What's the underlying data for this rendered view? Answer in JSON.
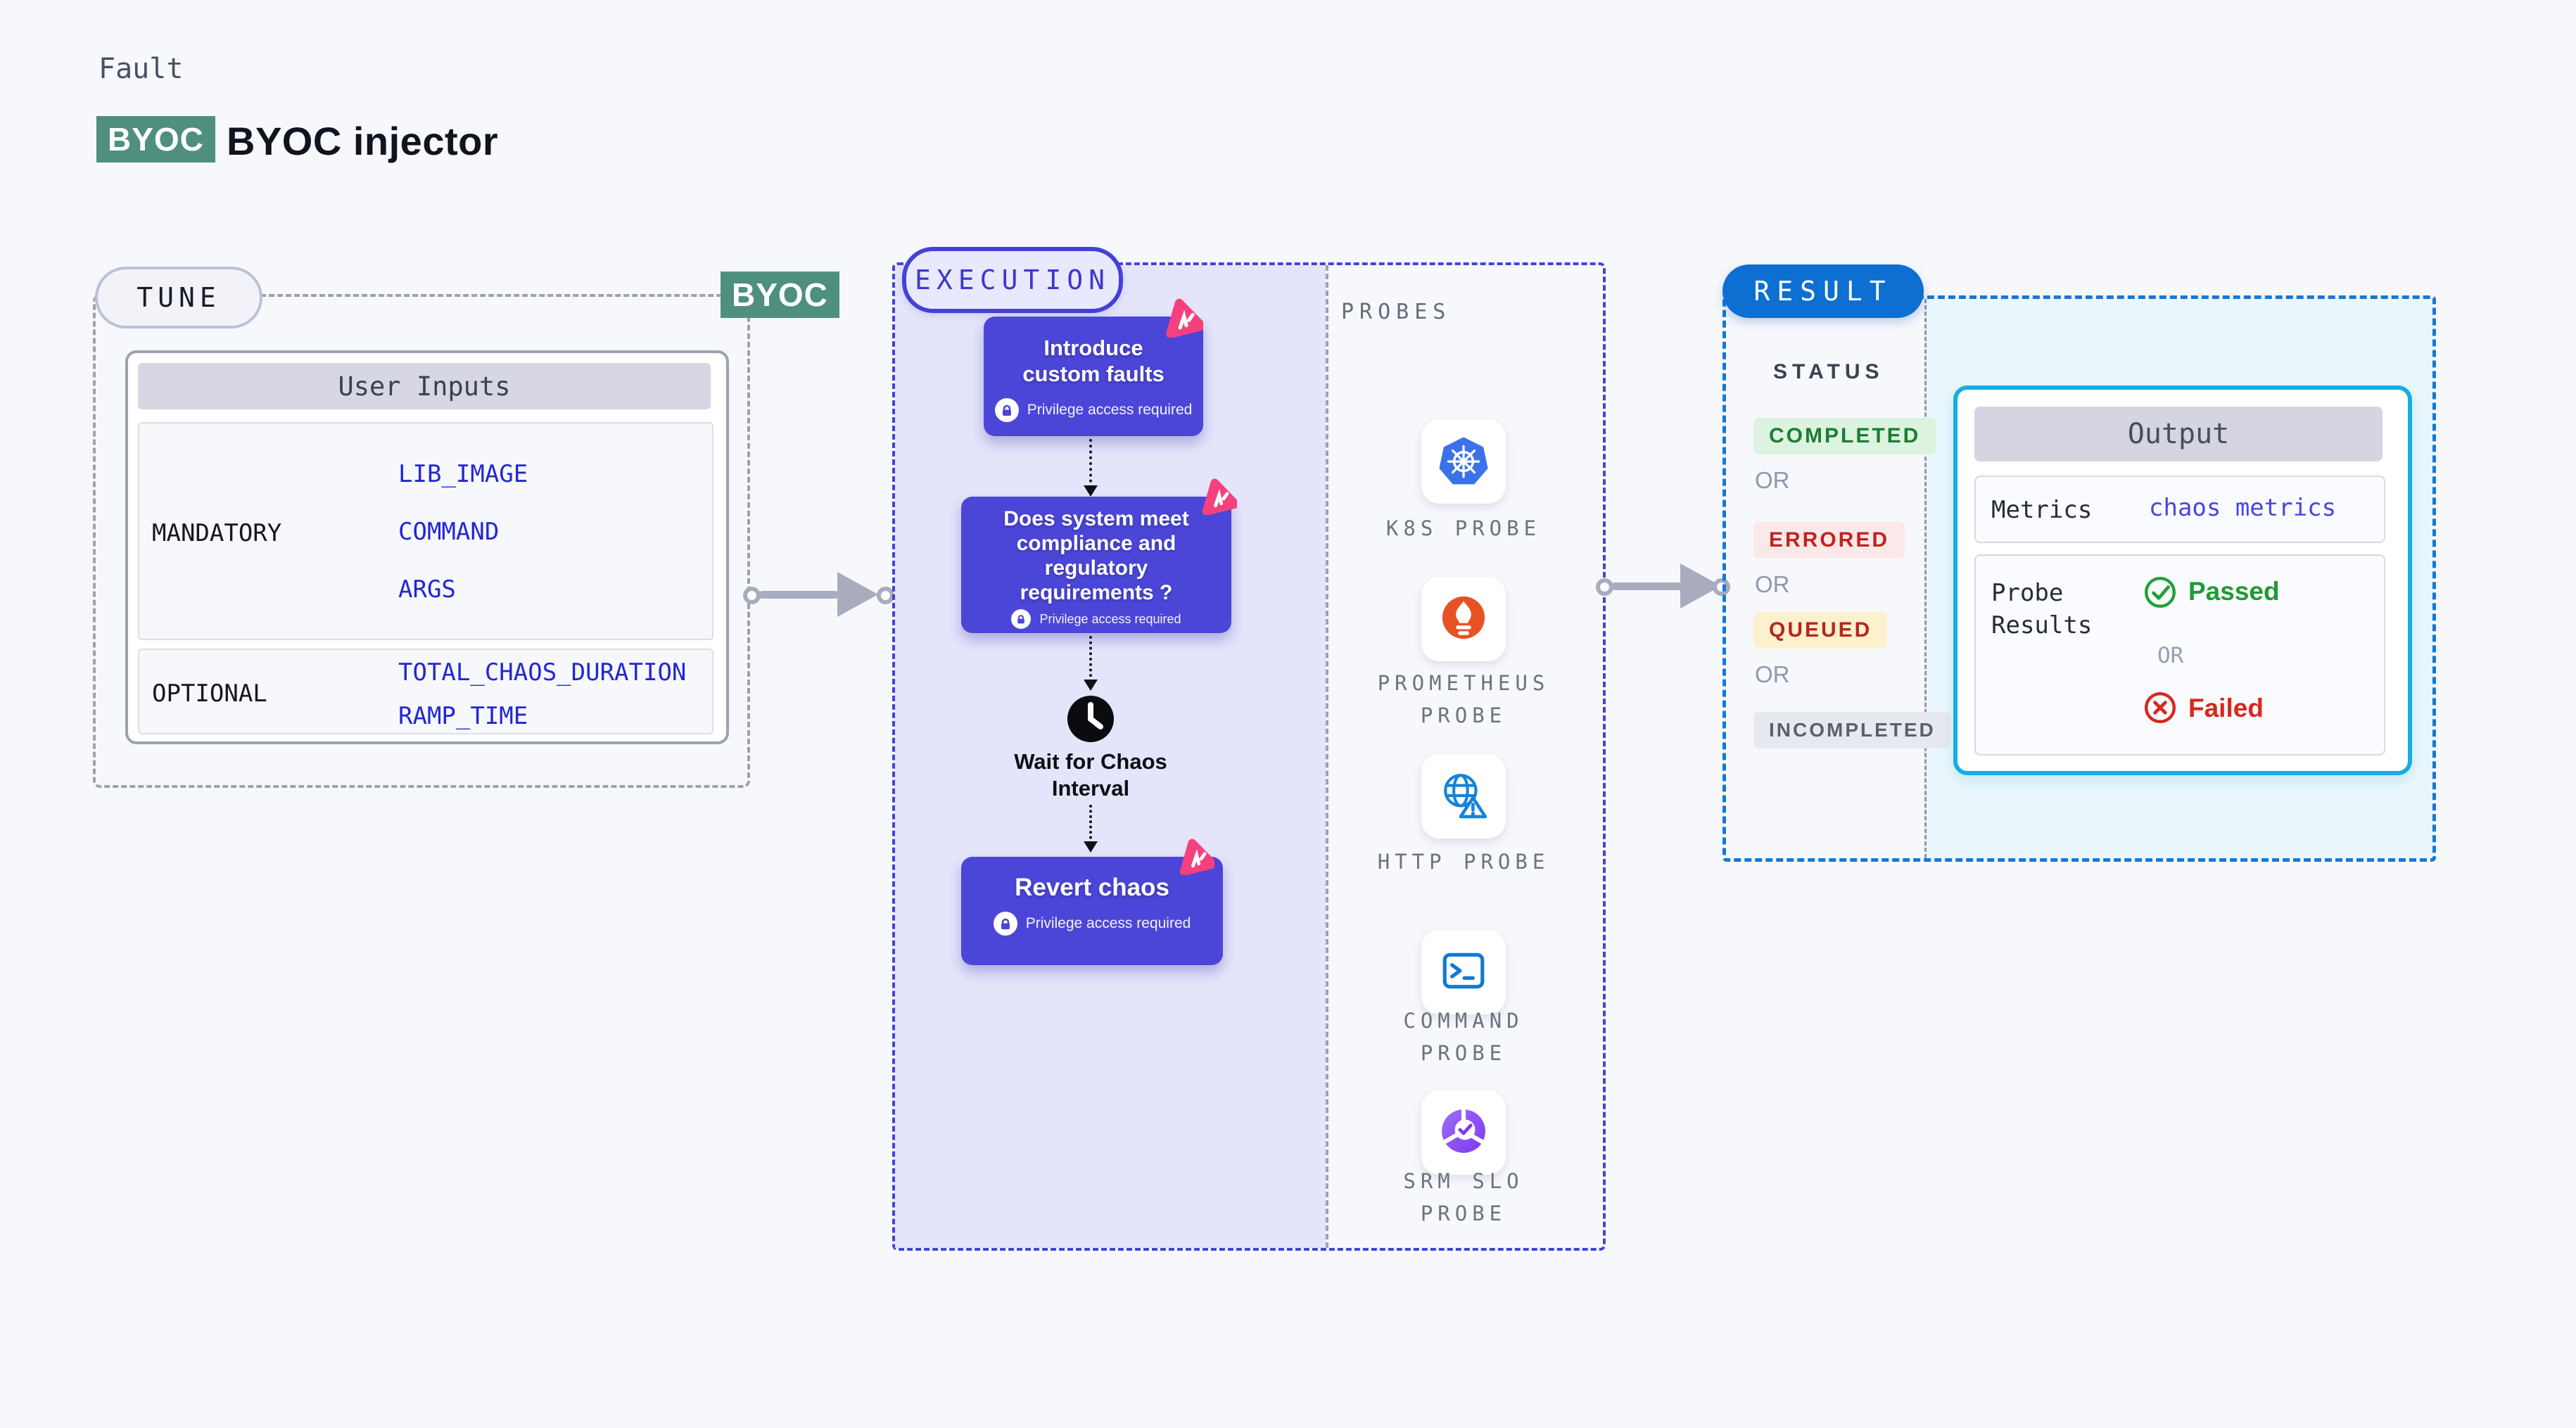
{
  "header": {
    "eyebrow": "Fault",
    "byoc_badge": "BYOC",
    "title": "BYOC injector"
  },
  "tune": {
    "pill": "TUNE",
    "byoc_tag": "BYOC",
    "user_inputs": {
      "title": "User Inputs",
      "mandatory_label": "MANDATORY",
      "mandatory_values": [
        "LIB_IMAGE",
        "COMMAND",
        "ARGS"
      ],
      "optional_label": "OPTIONAL",
      "optional_values": [
        "TOTAL_CHAOS_DURATION",
        "RAMP_TIME"
      ]
    }
  },
  "execution": {
    "pill": "EXECUTION",
    "privilege_label": "Privilege access required",
    "step1": "Introduce custom faults",
    "step2": "Does system meet compliance and regulatory requirements ?",
    "wait_label": "Wait for Chaos\nInterval",
    "step3": "Revert chaos"
  },
  "probes": {
    "title": "PROBES",
    "items": [
      {
        "label": "K8S PROBE",
        "icon": "kubernetes-icon"
      },
      {
        "label": "PROMETHEUS\nPROBE",
        "icon": "prometheus-icon"
      },
      {
        "label": "HTTP PROBE",
        "icon": "globe-warning-icon"
      },
      {
        "label": "COMMAND\nPROBE",
        "icon": "terminal-icon"
      },
      {
        "label": "SRM SLO\nPROBE",
        "icon": "srm-slo-icon"
      }
    ]
  },
  "result": {
    "pill": "RESULT",
    "status_title": "STATUS",
    "or_label": "OR",
    "statuses": [
      {
        "label": "COMPLETED",
        "fg": "#1C7E31",
        "bg": "#DCF3DF"
      },
      {
        "label": "ERRORED",
        "fg": "#C32222",
        "bg": "#FBE9E9"
      },
      {
        "label": "QUEUED",
        "fg": "#B7251F",
        "bg": "#FBF1CC"
      },
      {
        "label": "INCOMPLETED",
        "fg": "#59616F",
        "bg": "#E7E9F0"
      }
    ],
    "output": {
      "title": "Output",
      "metrics_label": "Metrics",
      "metrics_value": "chaos metrics",
      "probe_results_label": "Probe\nResults",
      "passed": "Passed",
      "failed": "Failed"
    }
  },
  "colors": {
    "indigo_box": "#4B46D8",
    "teal_badge": "#4E8F80",
    "pink_spark": "#F4417D",
    "execution_border": "#4543D9",
    "result_blue": "#0C6FD1",
    "cyan_border": "#14AEE2",
    "arrow_gray": "#A9ACBE",
    "value_blue": "#2127D4"
  }
}
